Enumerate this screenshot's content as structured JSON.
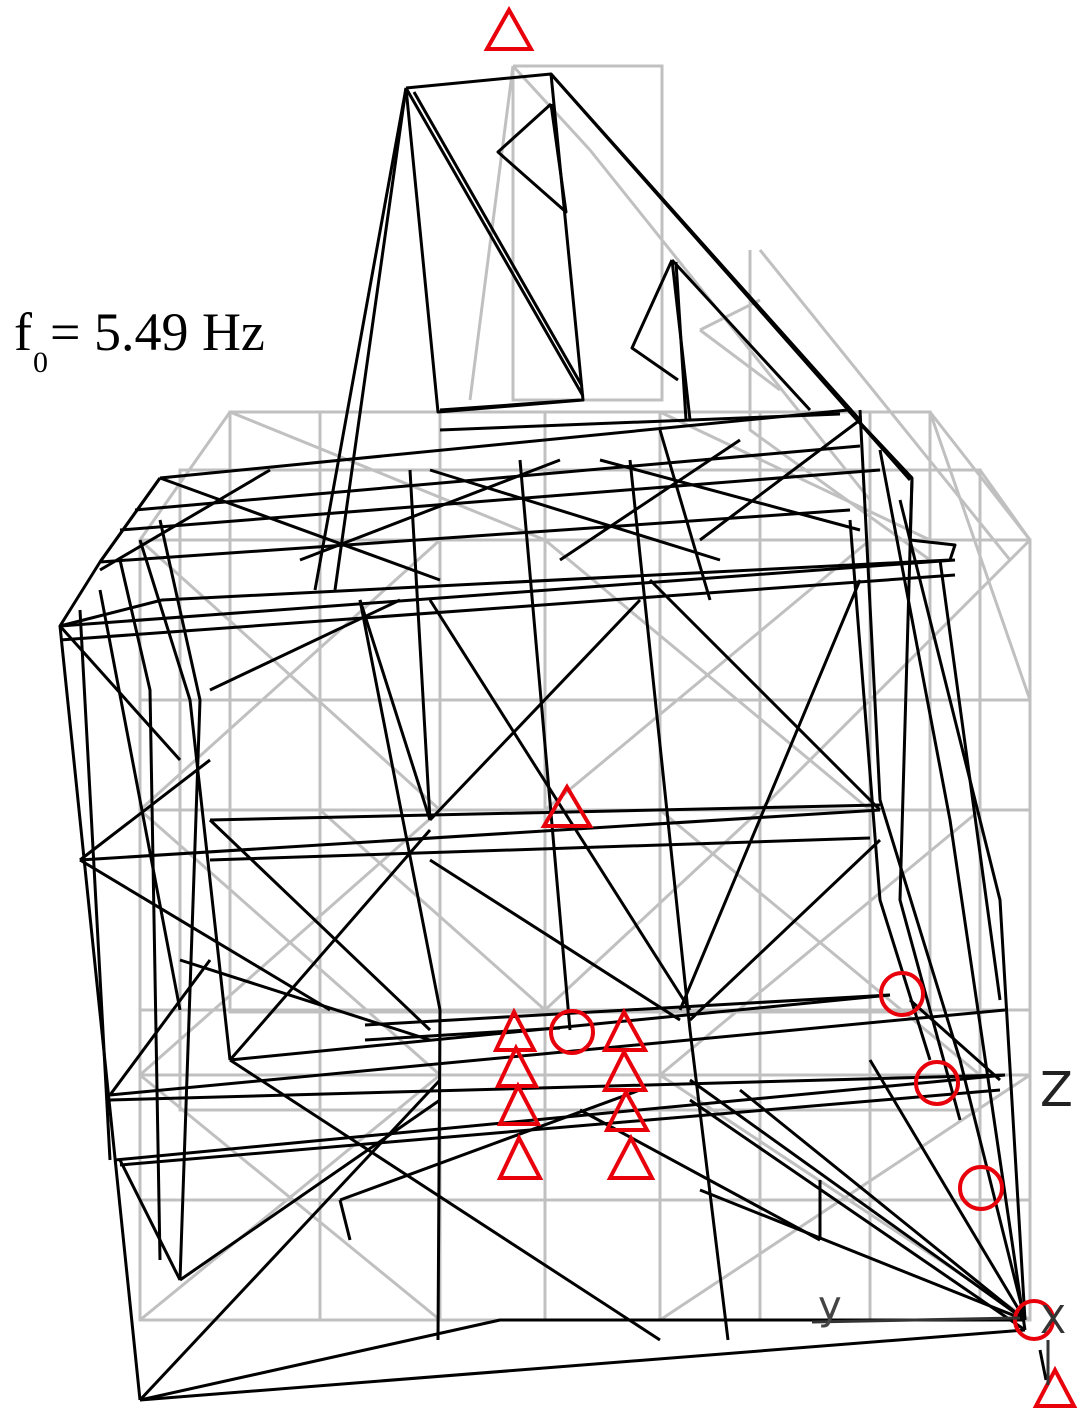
{
  "figure": {
    "frequency_label": {
      "symbol": "f",
      "subscript": "0",
      "equals_value_unit": "= 5.49 Hz"
    },
    "axis_labels": {
      "z": "Z",
      "y": "y",
      "x": "X"
    },
    "colors": {
      "deformed_mode_shape": "#000000",
      "undeformed_structure": "#c0c0c0",
      "markers": "#e8000b",
      "background": "#ffffff"
    },
    "legend_markers": {
      "triangle": "triangle-marker",
      "circle": "circle-marker"
    }
  }
}
